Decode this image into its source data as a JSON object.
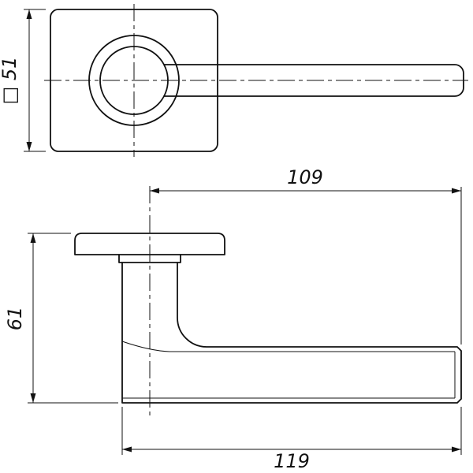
{
  "page": {
    "background_color": "#ffffff",
    "line_color": "#111111"
  },
  "dimensions": {
    "rosette_square_size": "□ 51",
    "length_from_axis": "109",
    "overall_depth": "61",
    "grip_length": "119"
  }
}
